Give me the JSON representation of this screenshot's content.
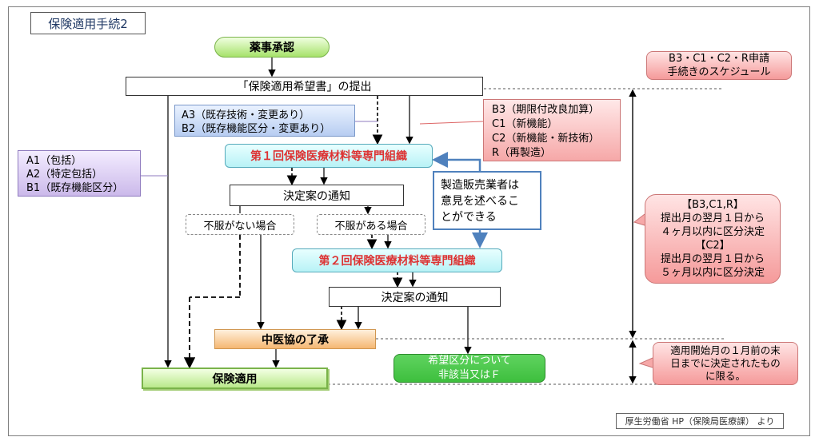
{
  "title": "保険適用手続2",
  "approval": "薬事承認",
  "submission": "「保険適用希望書」の提出",
  "group_a3b2": [
    "A3（既存技術・変更あり）",
    "B2（既存機能区分・変更あり）"
  ],
  "group_a1a2b1": [
    "A1（包括）",
    "A2（特定包括）",
    "B1（既存機能区分）"
  ],
  "group_b3c1c2r": [
    "B3（期限付改良加算）",
    "C1（新機能）",
    "C2（新機能・新技術）",
    "R（再製造）"
  ],
  "committee1": "第１回保険医療材料等専門組織",
  "notice1": "決定案の通知",
  "no_objection": "不服がない場合",
  "objection": "不服がある場合",
  "manufacturer_note": [
    "製造販売業者は",
    "意見を述べるこ",
    "とができる"
  ],
  "committee2": "第２回保険医療材料等専門組織",
  "notice2": "決定案の通知",
  "chuikyo": "中医協の了承",
  "hoken_tekiyo": "保険適用",
  "not_applicable": [
    "希望区分について",
    "非該当又はＦ"
  ],
  "schedule_label": [
    "B3・C1・C2・R申請",
    "手続きのスケジュール"
  ],
  "schedule_detail": [
    "【B3,C1,R】",
    "提出月の翌月１日から",
    "４ヶ月以内に区分決定",
    "【C2】",
    "提出月の翌月１日から",
    "５ヶ月以内に区分決定"
  ],
  "deadline_note": [
    "適用開始月の１月前の末",
    "日までに決定されたもの",
    "に限る。"
  ],
  "source": "厚生労働省 HP（保険局医療課） より"
}
